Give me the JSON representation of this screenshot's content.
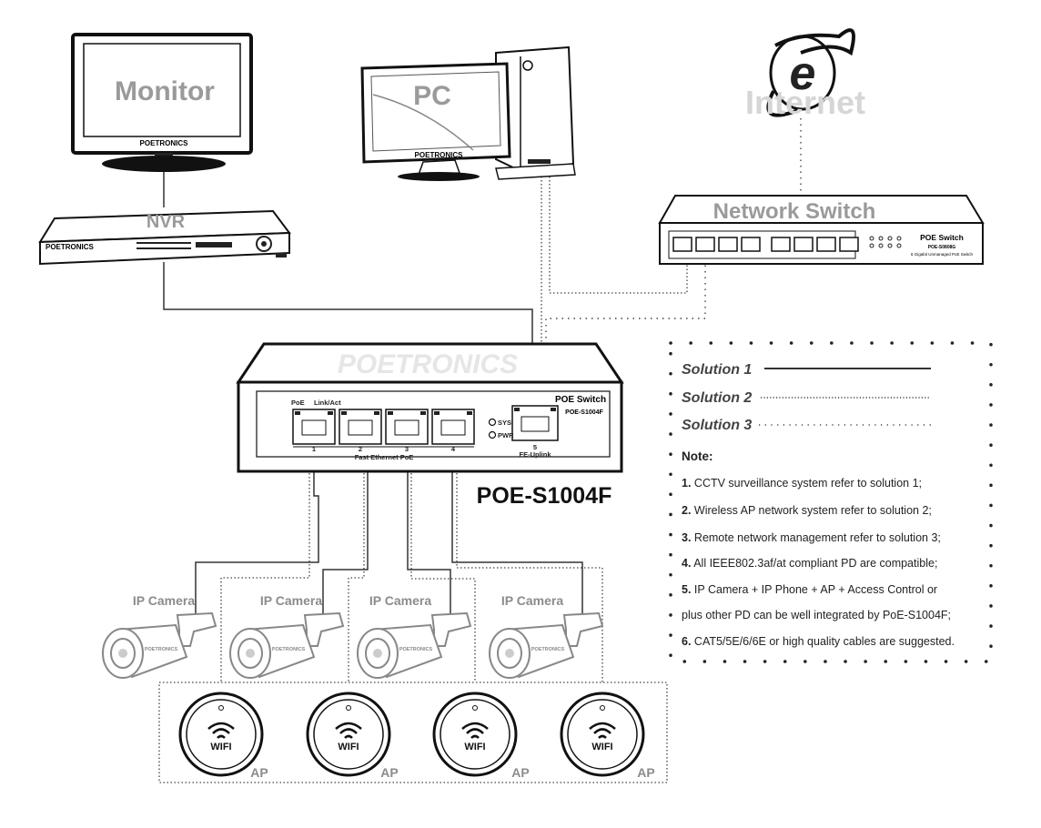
{
  "devices": {
    "monitor": {
      "label": "Monitor",
      "brand": "POETRONICS"
    },
    "pc": {
      "label": "PC",
      "brand": "POETRONICS"
    },
    "internet": {
      "label": "Internet"
    },
    "network_switch": {
      "label": "Network Switch",
      "title": "POE Switch",
      "model": "POE-S0808G",
      "subtitle": "8 Gigabit Unmanaged PoE Switch"
    },
    "nvr": {
      "label": "NVR",
      "brand": "POETRONICS"
    },
    "poe_switch": {
      "watermark": "POETRONICS",
      "title": "POE Switch",
      "model_small": "POE-S1004F",
      "model": "POE-S1004F",
      "poe_label": "PoE",
      "link_label": "Link/Act",
      "sys_label": "SYS",
      "pwr_label": "PWR",
      "port_numbers": [
        "1",
        "2",
        "3",
        "4",
        "5"
      ],
      "fast_eth_label": "Fast Ethernet PoE",
      "uplink_label": "FE-Uplink"
    }
  },
  "cameras": [
    {
      "label": "IP Camera",
      "brand": "POETRONICS"
    },
    {
      "label": "IP Camera",
      "brand": "POETRONICS"
    },
    {
      "label": "IP Camera",
      "brand": "POETRONICS"
    },
    {
      "label": "IP Camera",
      "brand": "POETRONICS"
    }
  ],
  "aps": [
    {
      "label": "AP",
      "wifi": "WIFI"
    },
    {
      "label": "AP",
      "wifi": "WIFI"
    },
    {
      "label": "AP",
      "wifi": "WIFI"
    },
    {
      "label": "AP",
      "wifi": "WIFI"
    }
  ],
  "legend": {
    "solutions": [
      {
        "label": "Solution 1",
        "style": "solid"
      },
      {
        "label": "Solution 2",
        "style": "dense-dotted"
      },
      {
        "label": "Solution 3",
        "style": "sparse-dotted"
      }
    ],
    "note_title": "Note:",
    "notes": [
      {
        "num": "1.",
        "text": " CCTV surveillance system refer to solution 1;"
      },
      {
        "num": "2.",
        "text": " Wireless AP network system refer to solution 2;"
      },
      {
        "num": "3.",
        "text": " Remote network management refer to solution 3;"
      },
      {
        "num": "4.",
        "text": " All IEEE802.3af/at compliant PD are compatible;"
      },
      {
        "num": "5.",
        "text": " IP Camera + IP Phone + AP + Access Control or"
      },
      {
        "num": "",
        "text": "plus other PD can be well integrated by PoE-S1004F;"
      },
      {
        "num": "6.",
        "text": " CAT5/5E/6/6E or high quality cables are suggested."
      }
    ]
  },
  "colors": {
    "line": "#333333",
    "label_gray": "#9a9a9a",
    "label_light": "#d6d6d6"
  }
}
